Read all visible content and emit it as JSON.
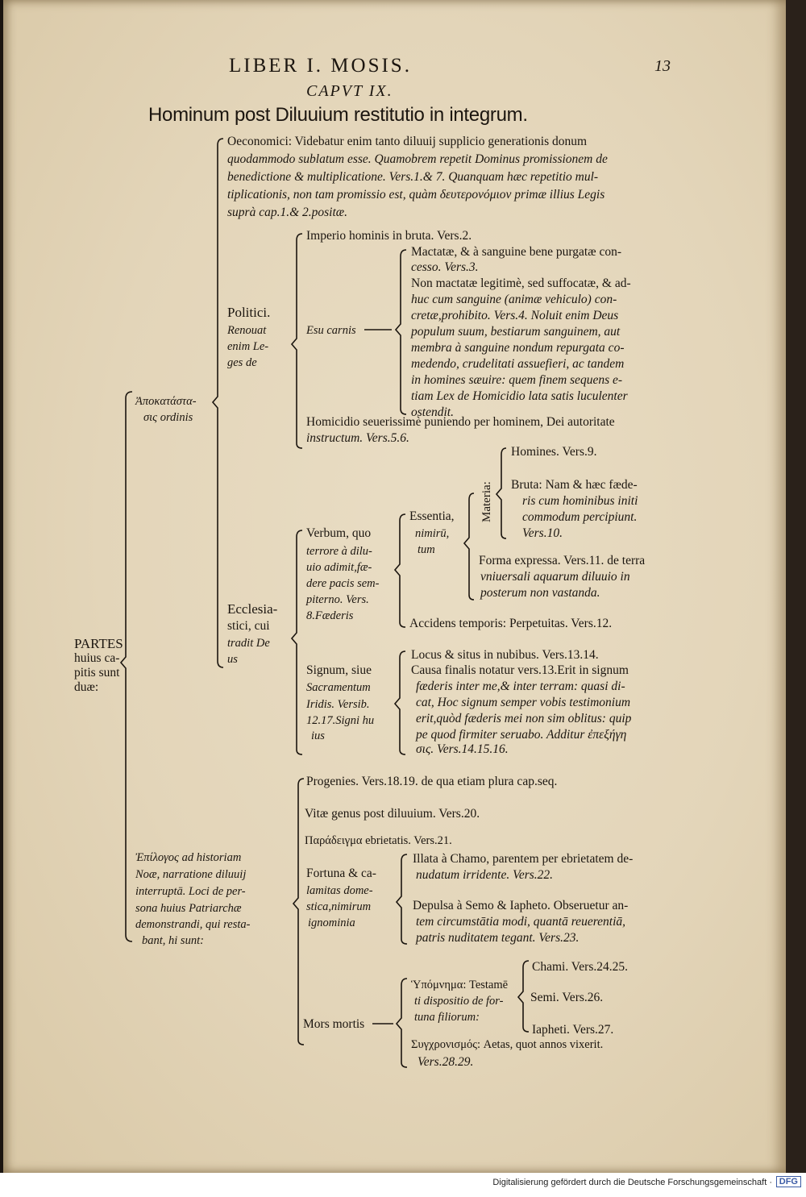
{
  "page": {
    "running_head": "LIBER I. MOSIS.",
    "page_number": "13",
    "chapter": "CAPVT IX.",
    "title": "Hominum post Diluuium restitutio in integrum."
  },
  "root": [
    "PARTES",
    "huius ca-",
    "pitis sunt",
    "duæ:"
  ],
  "apocat": {
    "label": [
      "Ἀποκατάστα-",
      "σις ordinis"
    ],
    "oeconomici": {
      "lines": [
        "Oeconomici: Videbatur enim tanto diluuij supplicio generationis donum",
        "quodammodo sublatum esse. Quamobrem repetit Dominus promissionem de",
        "benedictione & multiplicatione. Vers.1.& 7. Quanquam hæc repetitio mul-",
        "tiplicationis, non tam promissio est, quàm δευτερονόμιον primæ illius Legis",
        "suprà cap.1.& 2.positæ."
      ]
    },
    "politici": {
      "label": [
        "Politici.",
        "Renouat",
        "enim Le-",
        "ges de"
      ],
      "imperio": "Imperio hominis in bruta. Vers.2.",
      "esu_label": "Esu carnis",
      "mactatae": [
        "Mactatæ, & à sanguine bene purgatæ con-",
        "cesso. Vers.3."
      ],
      "non_mactatae": [
        "Non mactatæ legitimè, sed suffocatæ, & ad-",
        "huc cum sanguine (animæ vehiculo) con-",
        "cretæ,prohibito. Vers.4. Noluit enim Deus",
        "populum suum, bestiarum sanguinem, aut",
        "membra à sanguine nondum repurgata co-",
        "medendo, crudelitati assuefieri, ac tandem",
        "in homines sæuire: quem finem sequens e-",
        "tiam Lex de Homicidio lata satis luculenter",
        "ostendit."
      ],
      "homicidio": [
        "Homicidio seuerissimè puniendo per hominem, Dei autoritate",
        "instructum. Vers.5.6."
      ]
    },
    "ecclesiastici": {
      "label": [
        "Ecclesia-",
        "stici, cui",
        "tradit De",
        "us"
      ],
      "verbum_label": [
        "Verbum, quo",
        "terrore à dilu-",
        "uio adimit,fæ-",
        "dere pacis sem-",
        "piterno. Vers.",
        "8.Fæderis"
      ],
      "essentia_label": [
        "Essentia,",
        "nimirū,",
        "tum"
      ],
      "materia_label": "Materia:",
      "homines": "Homines. Vers.9.",
      "bruta": [
        "Bruta: Nam & hæc fæde-",
        "ris cum hominibus initi",
        "commodum percipiunt.",
        "Vers.10."
      ],
      "forma": [
        "Forma expressa. Vers.11. de terra",
        "vniuersali aquarum diluuio in",
        "posterum non vastanda."
      ],
      "accidens": "Accidens temporis: Perpetuitas. Vers.12.",
      "signum_label": [
        "Signum, siue",
        "Sacramentum",
        "Iridis. Versib.",
        "12.17.Signi hu",
        "ius"
      ],
      "locus": "Locus & situs in nubibus. Vers.13.14.",
      "causa": [
        "Causa finalis notatur vers.13.Erit in signum",
        "fæderis inter me,& inter terram: quasi di-",
        "cat, Hoc signum semper vobis testimonium",
        "erit,quòd fæderis mei non sim oblitus: quip",
        "pe quod firmiter seruabo. Additur ἐπεξήγη",
        "σις. Vers.14.15.16."
      ]
    }
  },
  "epilogus": {
    "label": [
      "Ἐπίλογος ad historiam",
      "Noæ, narratione diluuij",
      "interruptā. Loci de per-",
      "sona huius Patriarchæ",
      "demonstrandi, qui resta-",
      "bant, hi sunt:"
    ],
    "progenies": "Progenies. Vers.18.19. de qua etiam plura cap.seq.",
    "vitae": "Vitæ genus post diluuium. Vers.20.",
    "paradeigma": "Παράδειγμα ebrietatis. Vers.21.",
    "fortuna_label": [
      "Fortuna & ca-",
      "lamitas dome-",
      "stica,nimirum",
      "ignominia"
    ],
    "illata": [
      "Illata à Chamo, parentem per ebrietatem de-",
      "nudatum irridente. Vers.22."
    ],
    "depulsa": [
      "Depulsa à Semo & Iapheto. Obseruetur an-",
      "tem circumstātia modi, quantā reuerentiā,",
      "patris nuditatem tegant. Vers.23."
    ],
    "mors_label": "Mors mortis",
    "hypomnema": [
      "Ὑπόμνημα: Testamē",
      "ti dispositio de for-",
      "tuna filiorum:"
    ],
    "chami": "Chami. Vers.24.25.",
    "semi": "Semi. Vers.26.",
    "iapheti": "Iapheti. Vers.27.",
    "synchron": [
      "Συγχρονισμός: Aetas, quot annos vixerit.",
      "Vers.28.29."
    ]
  },
  "footer": {
    "credit": "Digitalisierung gefördert durch die Deutsche Forschungsgemeinschaft ·",
    "logo": "DFG"
  }
}
